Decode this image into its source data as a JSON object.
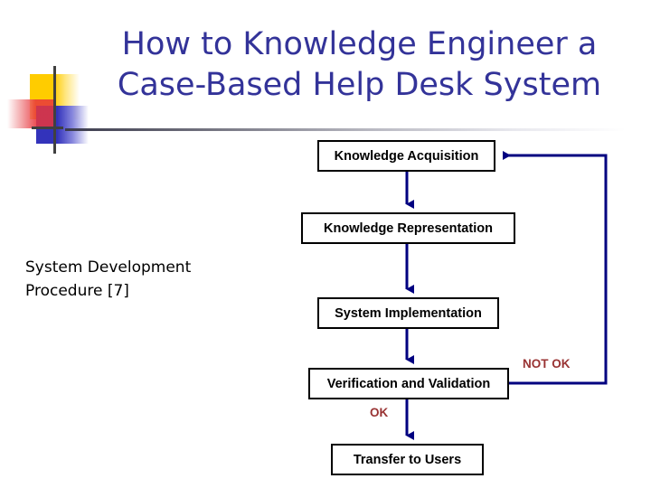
{
  "slide": {
    "title": {
      "line1": "How to Knowledge Engineer a",
      "line2": "Case-Based Help Desk System",
      "color": "#333399"
    },
    "caption": {
      "line1": "System Development",
      "line2": "Procedure [7]",
      "color": "#000000"
    }
  },
  "decoration": {
    "yellow_square": "yellow-square",
    "red_square": "red-square",
    "blue_square": "blue-square",
    "crosshair": "crosshair-lines",
    "colors": {
      "yellow": "#FFCC00",
      "red": "#E8353C",
      "blue": "#3333BB",
      "crosshair": "#404040",
      "rule": "#3b3b4d"
    }
  },
  "diagram": {
    "type": "flowchart",
    "node_border_color": "#000000",
    "connector_color": "#000080",
    "label_color": "#993333",
    "nodes": [
      {
        "id": "knowledge-acquisition",
        "label": "Knowledge Acquisition"
      },
      {
        "id": "knowledge-representation",
        "label": "Knowledge Representation"
      },
      {
        "id": "system-implementation",
        "label": "System Implementation"
      },
      {
        "id": "verification-validation",
        "label": "Verification and Validation"
      },
      {
        "id": "transfer-to-users",
        "label": "Transfer to Users"
      }
    ],
    "edges": [
      {
        "from": "knowledge-acquisition",
        "to": "knowledge-representation",
        "label": ""
      },
      {
        "from": "knowledge-representation",
        "to": "system-implementation",
        "label": ""
      },
      {
        "from": "system-implementation",
        "to": "verification-validation",
        "label": ""
      },
      {
        "from": "verification-validation",
        "to": "transfer-to-users",
        "label": "OK"
      },
      {
        "from": "verification-validation",
        "to": "knowledge-acquisition",
        "label": "NOT OK"
      }
    ],
    "labels": {
      "not_ok": "NOT OK",
      "ok": "OK"
    }
  }
}
